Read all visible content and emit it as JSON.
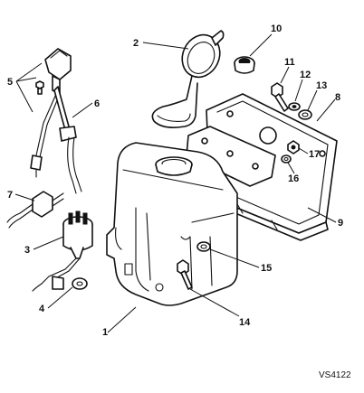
{
  "callouts": [
    "1",
    "2",
    "3",
    "4",
    "5",
    "6",
    "7",
    "8",
    "9",
    "10",
    "11",
    "12",
    "13",
    "14",
    "15",
    "16",
    "17"
  ],
  "reference_code": "VS4122",
  "colors": {
    "line": "#111111",
    "background": "#ffffff",
    "shade": "#d9d9d9"
  }
}
